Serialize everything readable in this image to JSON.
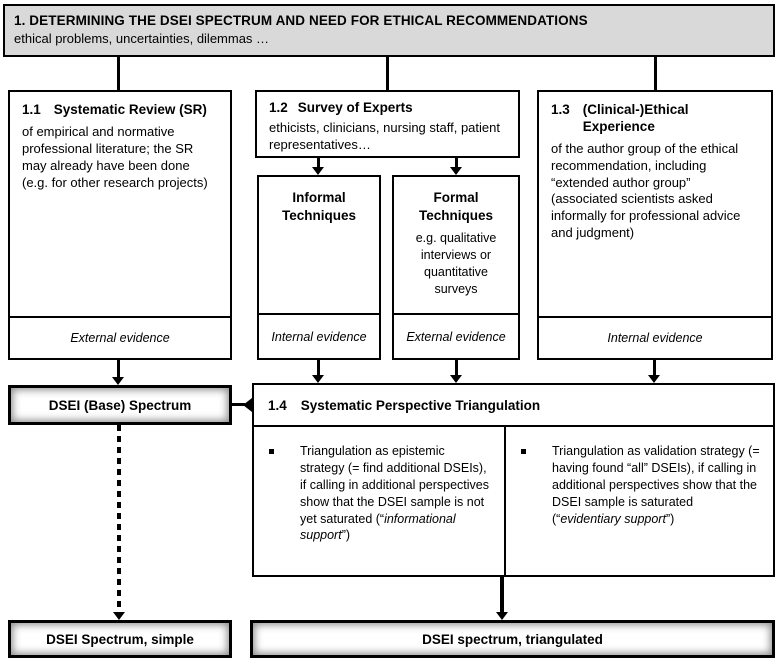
{
  "header": {
    "title": "1. DETERMINING THE DSEI SPECTRUM AND NEED FOR ETHICAL RECOMMENDATIONS",
    "subtitle": "ethical problems, uncertainties, dilemmas …"
  },
  "boxes": {
    "sr": {
      "number": "1.1",
      "title": "Systematic Review (SR)",
      "body": "of empirical and normative professional literature; the SR may already have been done (e.g. for other research projects)",
      "evidence": "External evidence"
    },
    "survey": {
      "number": "1.2",
      "title": "Survey of Experts",
      "body": "ethicists, clinicians, nursing staff, patient representatives…"
    },
    "informal": {
      "title": "Informal Techniques",
      "evidence": "Internal evidence"
    },
    "formal": {
      "title": "Formal Techniques",
      "body": "e.g. qualitative interviews or quantitative surveys",
      "evidence": "External evidence"
    },
    "experience": {
      "number": "1.3",
      "title": "(Clinical-)Ethical Experience",
      "body": "of the author group of the ethical recommendation, including “extended author group” (associated scientists asked informally for professional advice and judgment)",
      "evidence": "Internal evidence"
    },
    "base_spectrum": {
      "label": "DSEI (Base) Spectrum"
    },
    "triangulation": {
      "number": "1.4",
      "title": "Systematic Perspective Triangulation",
      "bullets": [
        {
          "text": "Triangulation as epistemic strategy (= find additional DSEIs), if calling in additional perspectives show that the DSEI sample is not yet saturated (“",
          "italic": "informational support",
          "suffix": "”)"
        },
        {
          "text": "Triangulation as validation strategy (= having found “all” DSEIs), if calling in additional perspectives show that the DSEI sample is saturated (“",
          "italic": "evidentiary support",
          "suffix": "”)"
        }
      ]
    },
    "simple_spectrum": {
      "label": "DSEI Spectrum, simple"
    },
    "triangulated_spectrum": {
      "label": "DSEI spectrum, triangulated"
    }
  },
  "colors": {
    "border": "#000000",
    "header_bg": "#d9d9d9",
    "result_glow": "#8f8f8f"
  }
}
